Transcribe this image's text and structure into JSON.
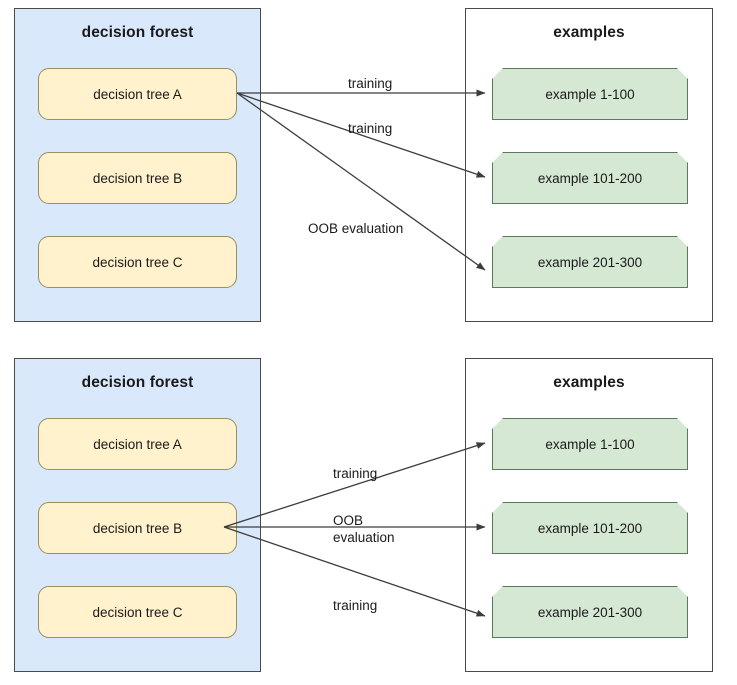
{
  "diagrams": [
    {
      "id": "top",
      "forest": {
        "title": "decision forest",
        "trees": [
          {
            "label": "decision tree A",
            "active": true
          },
          {
            "label": "decision tree B",
            "active": false
          },
          {
            "label": "decision tree C",
            "active": false
          }
        ]
      },
      "examples": {
        "title": "examples",
        "items": [
          {
            "label": "example 1-100"
          },
          {
            "label": "example 101-200"
          },
          {
            "label": "example 201-300"
          }
        ]
      },
      "edges": [
        {
          "from": "decision tree A",
          "to": "example 1-100",
          "label": "training"
        },
        {
          "from": "decision tree A",
          "to": "example 101-200",
          "label": "training"
        },
        {
          "from": "decision tree A",
          "to": "example 201-300",
          "label": "OOB evaluation"
        }
      ]
    },
    {
      "id": "bottom",
      "forest": {
        "title": "decision forest",
        "trees": [
          {
            "label": "decision tree A",
            "active": false
          },
          {
            "label": "decision tree B",
            "active": true
          },
          {
            "label": "decision tree C",
            "active": false
          }
        ]
      },
      "examples": {
        "title": "examples",
        "items": [
          {
            "label": "example 1-100"
          },
          {
            "label": "example 101-200"
          },
          {
            "label": "example 201-300"
          }
        ]
      },
      "edges": [
        {
          "from": "decision tree B",
          "to": "example 1-100",
          "label": "training"
        },
        {
          "from": "decision tree B",
          "to": "example 101-200",
          "label": "OOB\nevaluation"
        },
        {
          "from": "decision tree B",
          "to": "example 201-300",
          "label": "training"
        }
      ]
    }
  ],
  "colors": {
    "forest_fill": "#DAE8FC",
    "forest_border": "#4a4a4a",
    "examples_fill": "#FFFFFF",
    "examples_border": "#4a4a4a",
    "tree_fill": "#FFF2CC",
    "tree_border": "#9A8D5E",
    "example_fill": "#D5E8D4",
    "example_border": "#5B7A59",
    "edge_stroke": "#3C3C3C",
    "text": "#1A1A1A"
  }
}
